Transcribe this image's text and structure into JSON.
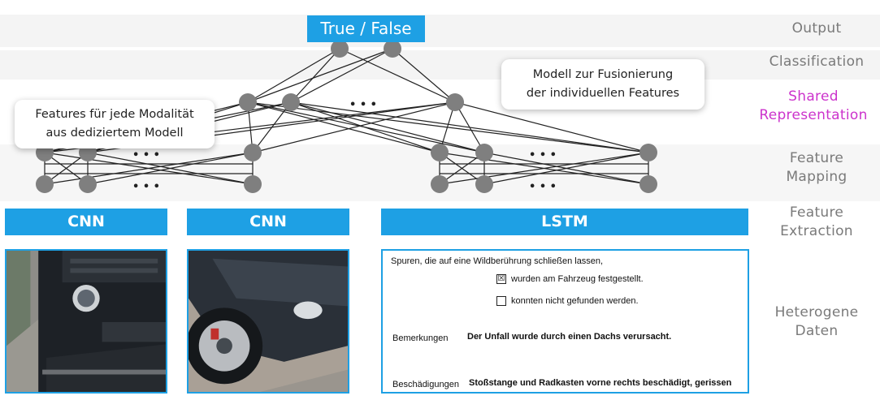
{
  "output": {
    "label": "True / False"
  },
  "layers": {
    "output": "Output",
    "classification": "Classification",
    "shared_line1": "Shared",
    "shared_line2": "Representation",
    "mapping_line1": "Feature",
    "mapping_line2": "Mapping",
    "extraction_line1": "Feature",
    "extraction_line2": "Extraction",
    "data_line1": "Heterogene",
    "data_line2": "Daten"
  },
  "callouts": {
    "features_line1": "Features für jede Modalität",
    "features_line2": "aus dediziertem Modell",
    "fusion_line1": "Modell zur Fusionierung",
    "fusion_line2": "der individuellen Features"
  },
  "extractors": {
    "cnn1": "CNN",
    "cnn2": "CNN",
    "lstm": "LSTM"
  },
  "ellipsis": "• • •",
  "document": {
    "line1": "Spuren, die auf eine Wildberührung schließen lassen,",
    "option1": "wurden am Fahrzeug festgestellt.",
    "option1_checked": "☒",
    "option2": "konnten nicht gefunden werden.",
    "remarks_label": "Bemerkungen",
    "remarks_value": "Der Unfall wurde durch einen Dachs verursacht.",
    "damage_label": "Beschädigungen",
    "damage_value": "Stoßstange und Radkasten vorne rechts beschädigt, gerissen"
  },
  "colors": {
    "accent_blue": "#1ea0e4",
    "accent_magenta": "#cc33cc",
    "node_gray": "#7f7f7f"
  }
}
